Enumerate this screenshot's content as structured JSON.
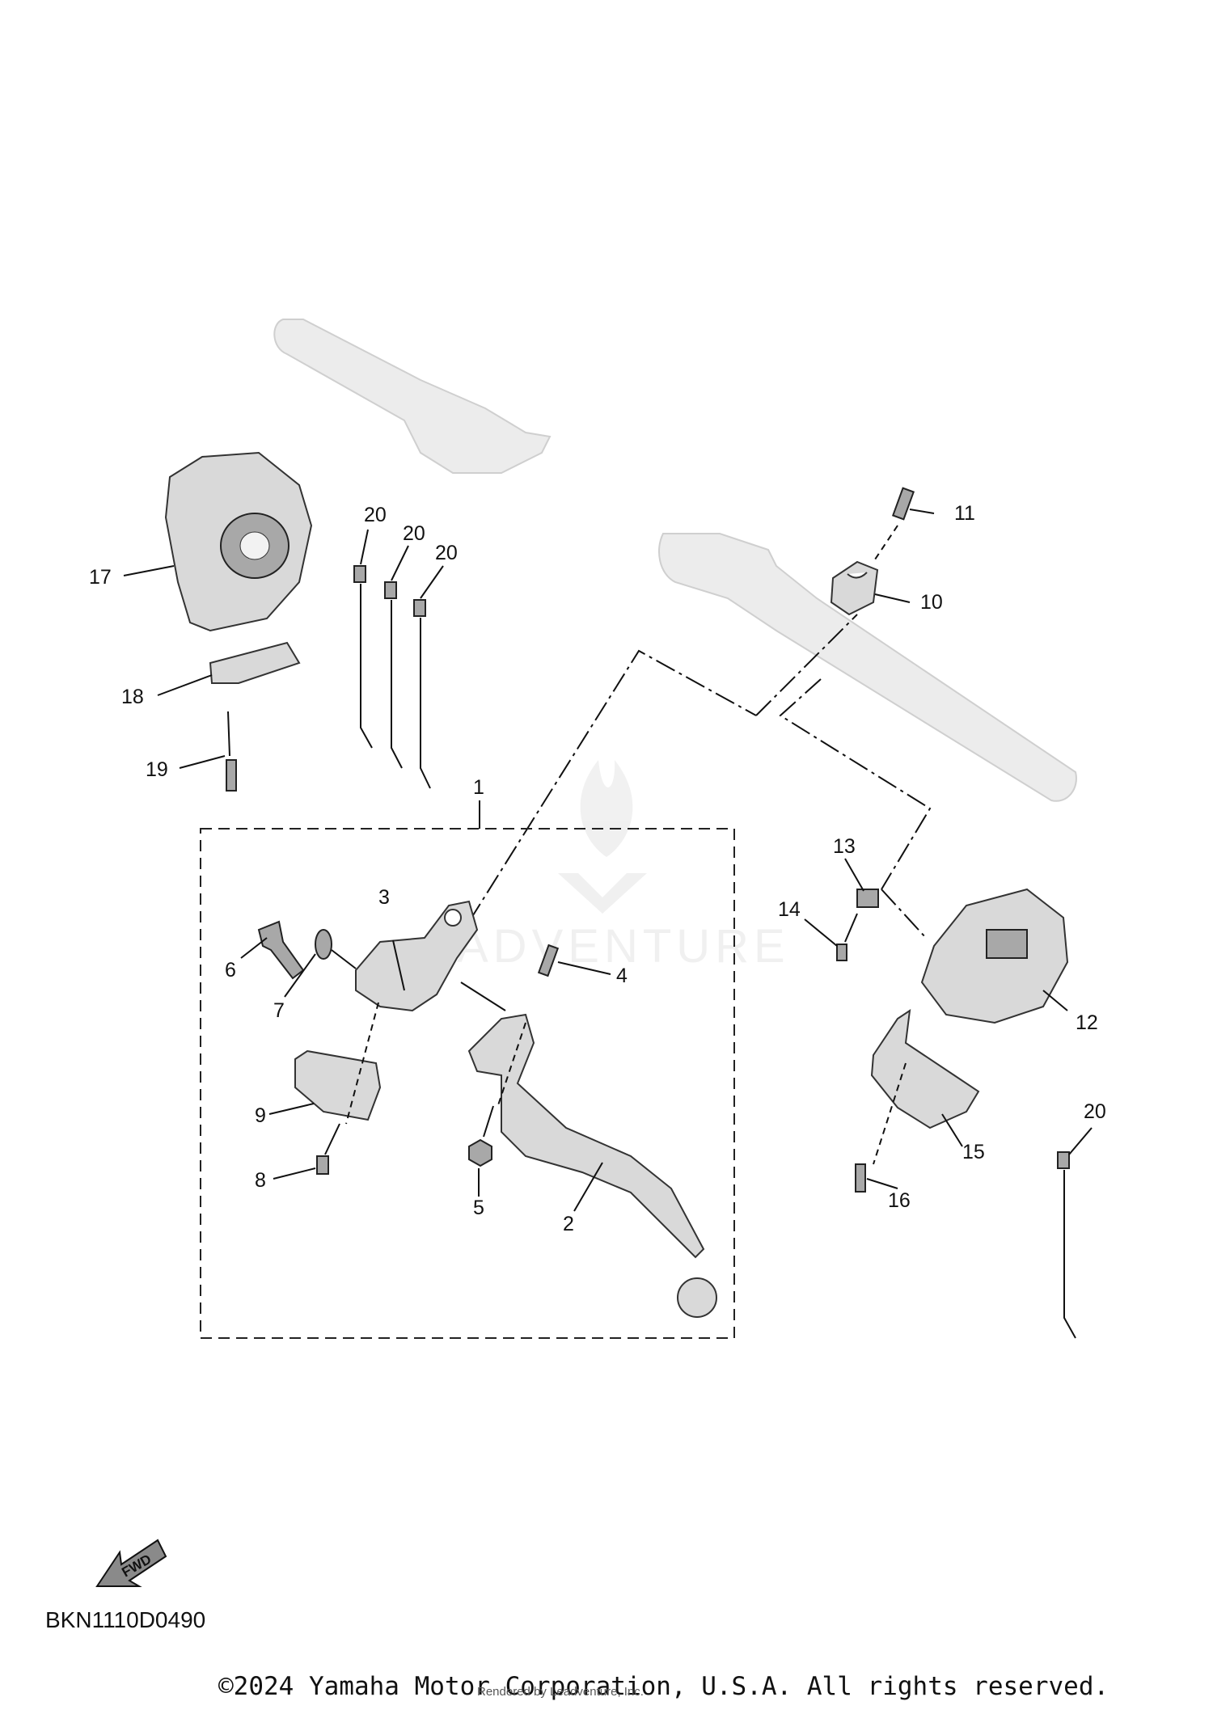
{
  "callouts": {
    "c1": "1",
    "c2": "2",
    "c3": "3",
    "c4": "4",
    "c5": "5",
    "c6": "6",
    "c7": "7",
    "c8": "8",
    "c9": "9",
    "c10": "10",
    "c11": "11",
    "c12": "12",
    "c13": "13",
    "c14": "14",
    "c15": "15",
    "c16": "16",
    "c17": "17",
    "c18": "18",
    "c19": "19",
    "c20a": "20",
    "c20b": "20",
    "c20c": "20",
    "c20d": "20"
  },
  "fwd_label": "FWD",
  "diagram_code": "BKN1110D0490",
  "copyright": "©2024 Yamaha Motor Corporation, U.S.A. All rights reserved.",
  "rendered_by": "Rendered by Leadventure, Inc.",
  "watermark_text": "ADVENTURE"
}
